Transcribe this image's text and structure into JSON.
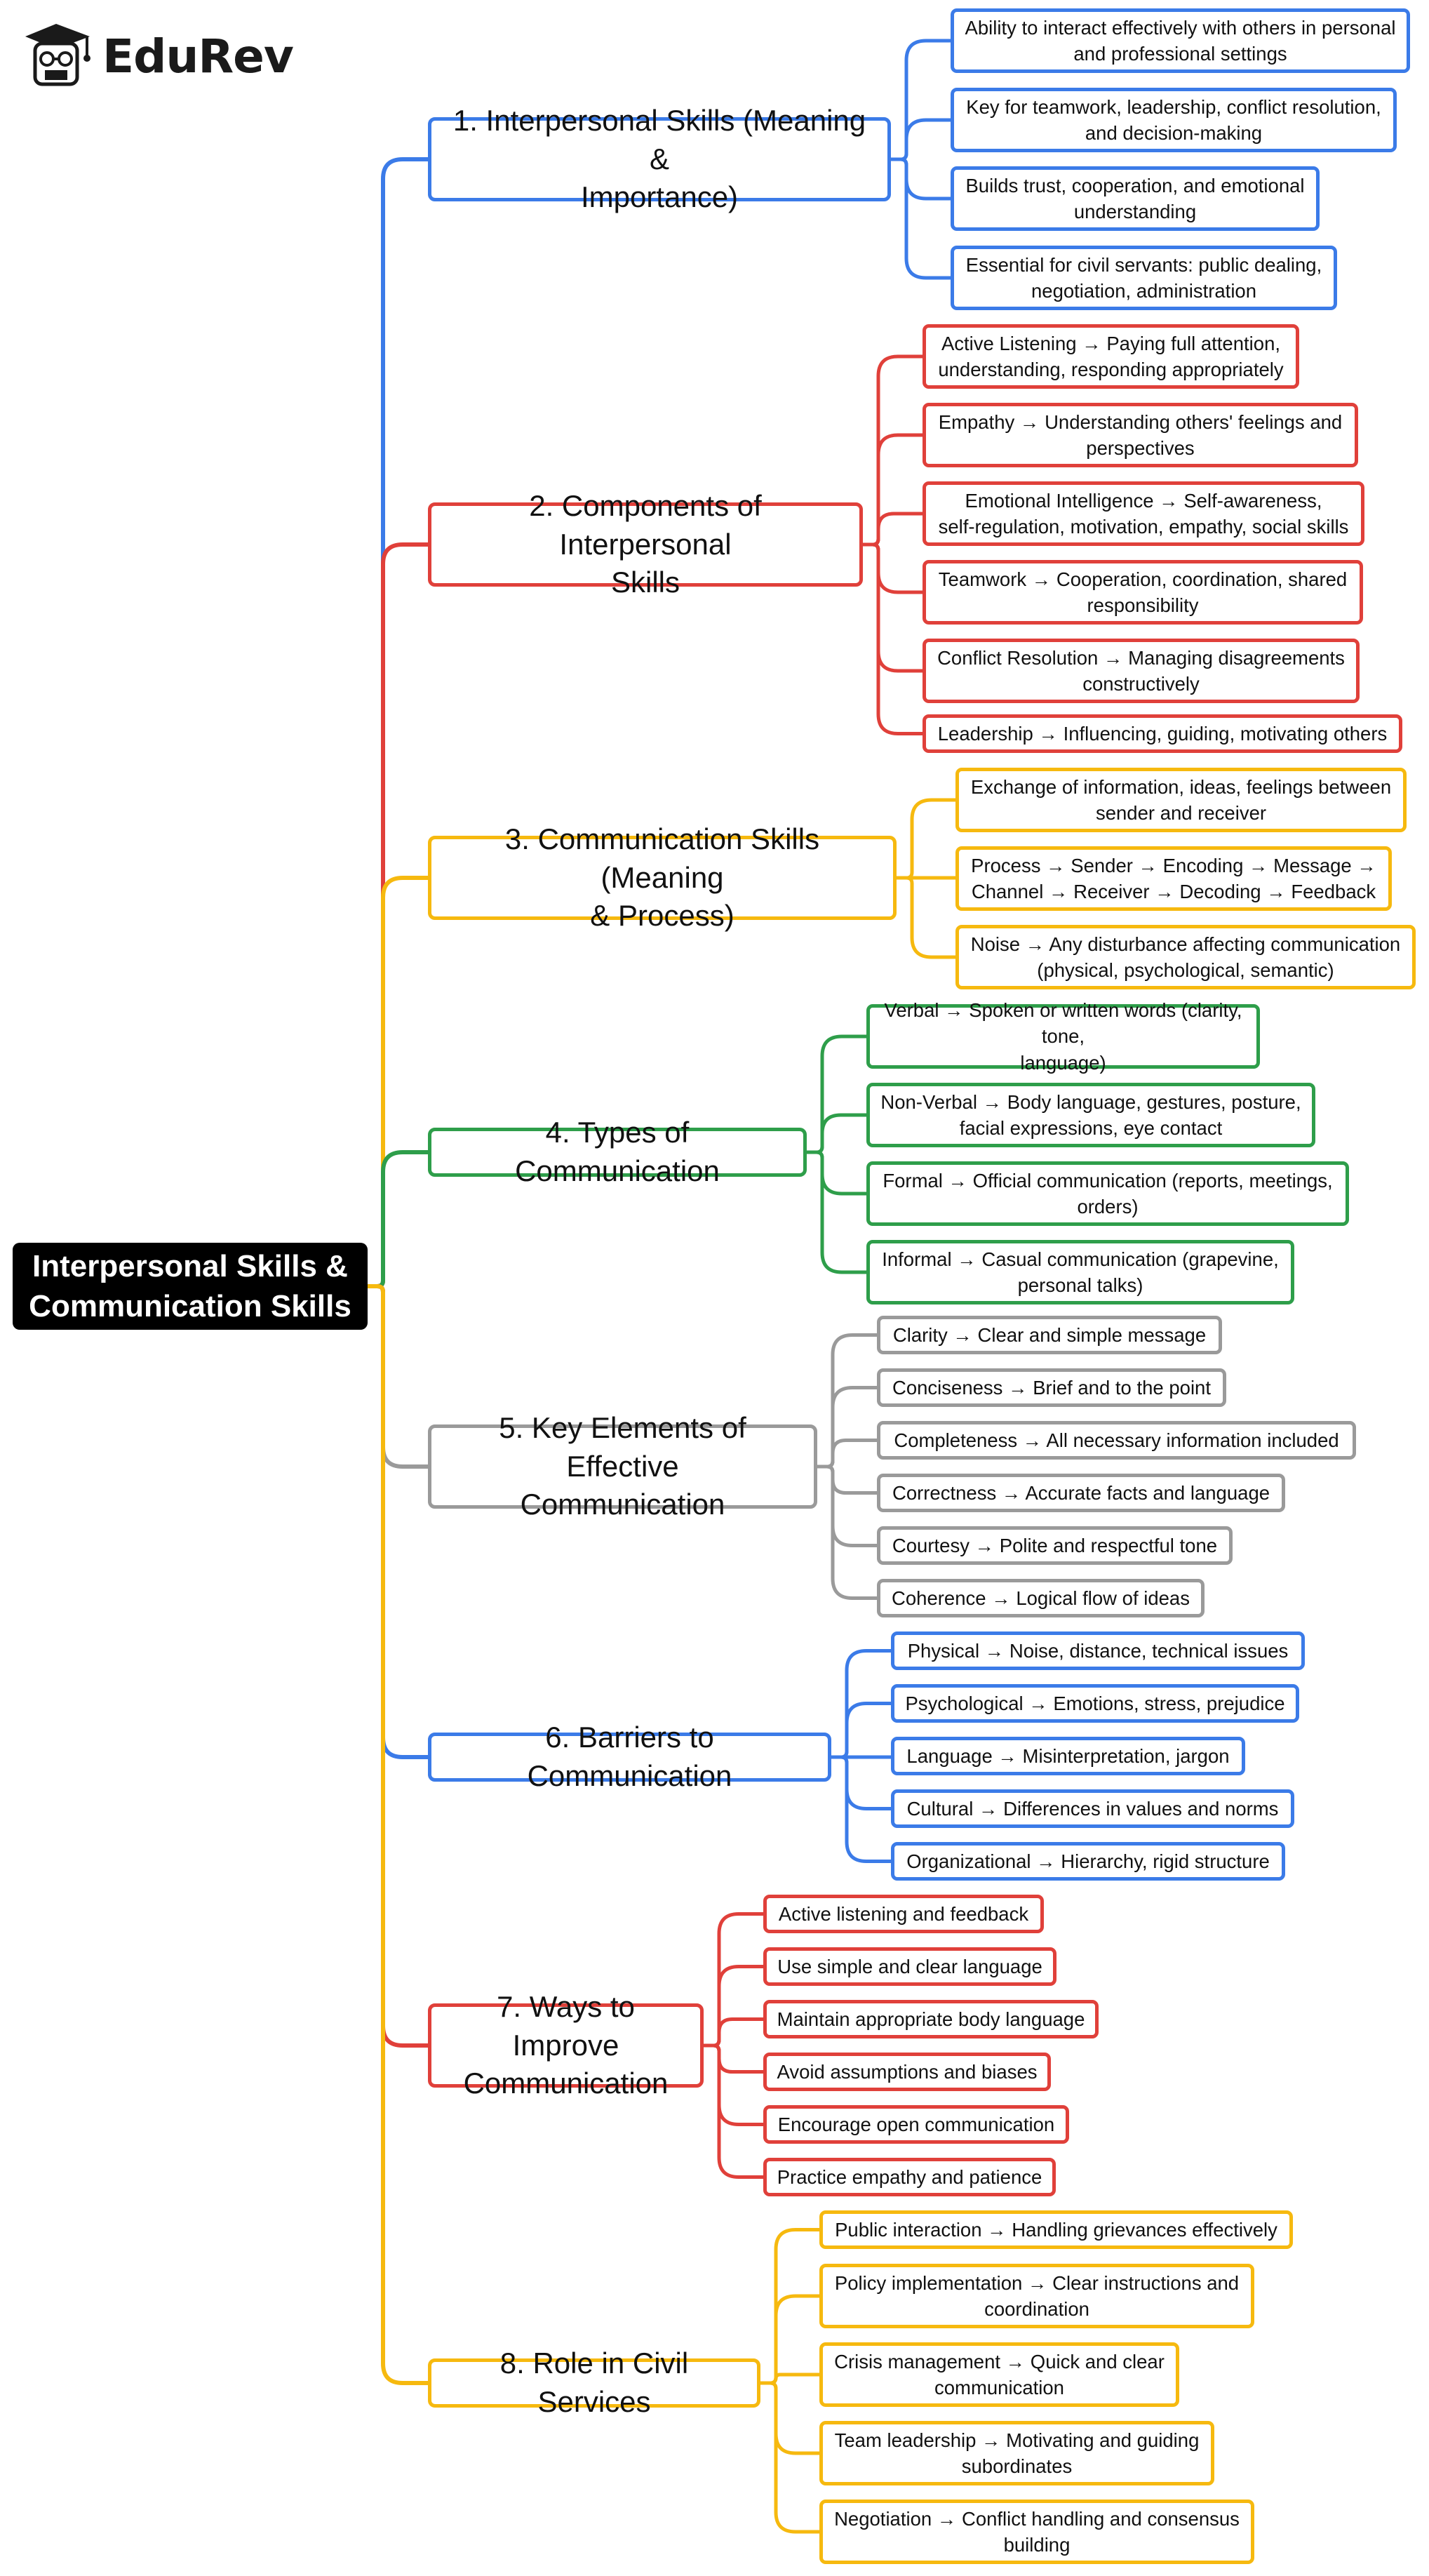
{
  "brand": {
    "name": "EduRev",
    "logo_icon": "graduation-cap-student-icon"
  },
  "colors": {
    "blue": "#3b7be8",
    "red": "#e0403a",
    "yellow": "#f6b90f",
    "green": "#2e9e4a",
    "gray": "#9a9a9a"
  },
  "root": {
    "label": "Interpersonal Skills &\nCommunication Skills"
  },
  "branches": [
    {
      "label": "1. Interpersonal Skills (Meaning &\nImportance)",
      "color": "blue",
      "children": [
        "Ability to interact effectively with others in personal\nand professional settings",
        "Key for teamwork, leadership, conflict resolution,\nand decision-making",
        "Builds trust, cooperation, and emotional\nunderstanding",
        "Essential for civil servants: public dealing,\nnegotiation, administration"
      ]
    },
    {
      "label": "2. Components of Interpersonal\nSkills",
      "color": "red",
      "children": [
        "Active Listening → Paying full attention,\nunderstanding, responding appropriately",
        "Empathy → Understanding others' feelings and\nperspectives",
        "Emotional Intelligence → Self-awareness,\nself-regulation, motivation, empathy, social skills",
        "Teamwork → Cooperation, coordination, shared\nresponsibility",
        "Conflict Resolution → Managing disagreements\nconstructively",
        "Leadership → Influencing, guiding, motivating others"
      ]
    },
    {
      "label": "3. Communication Skills (Meaning\n& Process)",
      "color": "yellow",
      "children": [
        "Exchange of information, ideas, feelings between\nsender and receiver",
        "Process → Sender → Encoding → Message →\nChannel → Receiver → Decoding → Feedback",
        "Noise → Any disturbance affecting communication\n(physical, psychological, semantic)"
      ]
    },
    {
      "label": "4. Types of Communication",
      "color": "green",
      "children": [
        "Verbal → Spoken or written words (clarity, tone,\nlanguage)",
        "Non-Verbal → Body language, gestures, posture,\nfacial expressions, eye contact",
        "Formal → Official communication (reports, meetings,\norders)",
        "Informal → Casual communication (grapevine,\npersonal talks)"
      ]
    },
    {
      "label": "5. Key Elements of Effective\nCommunication",
      "color": "gray",
      "children": [
        "Clarity → Clear and simple message",
        "Conciseness → Brief and to the point",
        "Completeness → All necessary information included",
        "Correctness → Accurate facts and language",
        "Courtesy → Polite and respectful tone",
        "Coherence → Logical flow of ideas"
      ]
    },
    {
      "label": "6. Barriers to Communication",
      "color": "blue",
      "children": [
        "Physical → Noise, distance, technical issues",
        "Psychological → Emotions, stress, prejudice",
        "Language → Misinterpretation, jargon",
        "Cultural → Differences in values and norms",
        "Organizational → Hierarchy, rigid structure"
      ]
    },
    {
      "label": "7. Ways to Improve\nCommunication",
      "color": "red",
      "children": [
        "Active listening and feedback",
        "Use simple and clear language",
        "Maintain appropriate body language",
        "Avoid assumptions and biases",
        "Encourage open communication",
        "Practice empathy and patience"
      ]
    },
    {
      "label": "8. Role in Civil Services",
      "color": "yellow",
      "children": [
        "Public interaction → Handling grievances effectively",
        "Policy implementation → Clear instructions and\ncoordination",
        "Crisis management → Quick and clear\ncommunication",
        "Team leadership → Motivating and guiding\nsubordinates",
        "Negotiation → Conflict handling and consensus\nbuilding"
      ]
    }
  ]
}
